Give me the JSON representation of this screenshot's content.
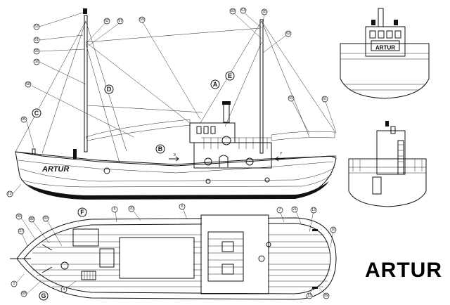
{
  "drawing": {
    "title": "ARTUR",
    "hull_name_side": "ARTUR",
    "hull_name_stern": "ARTUR",
    "direction_marks": [
      "X",
      "Y"
    ],
    "section_labels": [
      "A",
      "B",
      "C",
      "D",
      "E",
      "F",
      "G"
    ],
    "part_numbers": {
      "side_view": [
        "63",
        "61",
        "62",
        "97",
        "59",
        "65",
        "58",
        "68",
        "95",
        "12",
        "60",
        "63",
        "95",
        "62",
        "69",
        "61"
      ],
      "deck_plan": [
        "5",
        "20",
        "6",
        "7",
        "21",
        "13",
        "90",
        "88",
        "83",
        "27",
        "16",
        "2",
        "89",
        "4",
        "13",
        "89"
      ]
    }
  }
}
